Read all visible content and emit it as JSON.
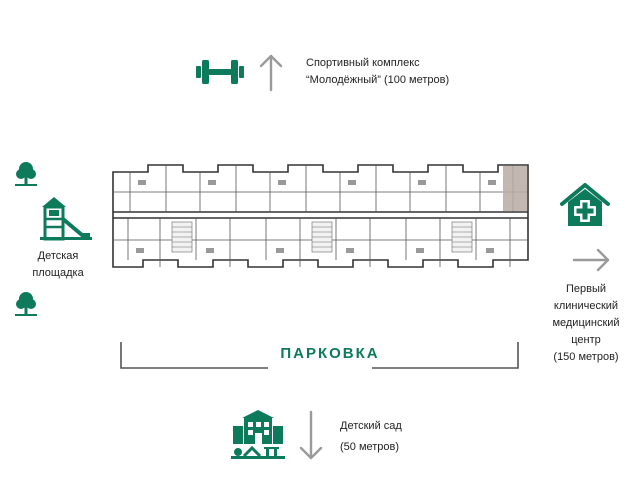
{
  "top": {
    "line1": "Спортивный комплекс",
    "line2": "“Молодёжный” (100 метров)",
    "icon": "dumbbell-icon"
  },
  "left": {
    "line1": "Детская",
    "line2": "площадка",
    "icons": [
      "tree-icon",
      "playground-icon",
      "tree-icon"
    ]
  },
  "right": {
    "line1": "Первый",
    "line2": "клинический",
    "line3": "медицинский",
    "line4": "центр",
    "line5": "(150 метров)",
    "icon": "medical-house-icon"
  },
  "bottom": {
    "line1": "Детский сад",
    "line2": "(50 метров)",
    "icon": "kindergarten-icon"
  },
  "parking": {
    "label": "ПАРКОВКА"
  },
  "colors": {
    "accent": "#0e7a5c",
    "arrow": "#9a9a9a",
    "plan_lines": "#333333"
  }
}
